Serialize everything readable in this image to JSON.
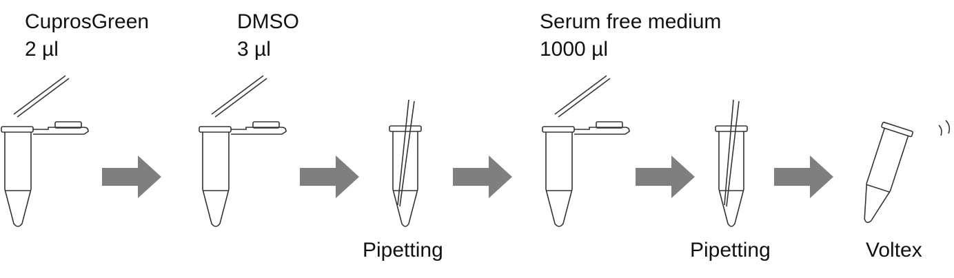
{
  "steps": [
    {
      "reagent": "CuprosGreen",
      "volume": "2 µl"
    },
    {
      "reagent": "DMSO",
      "volume": "3 µl"
    },
    {
      "reagent": "Serum free medium",
      "volume": "1000 µl"
    }
  ],
  "actions": {
    "pipetting_1": "Pipetting",
    "pipetting_2": "Pipetting",
    "voltex": "Voltex"
  },
  "colors": {
    "arrow": "#7f7f7f",
    "line": "#333333",
    "text": "#111111"
  }
}
